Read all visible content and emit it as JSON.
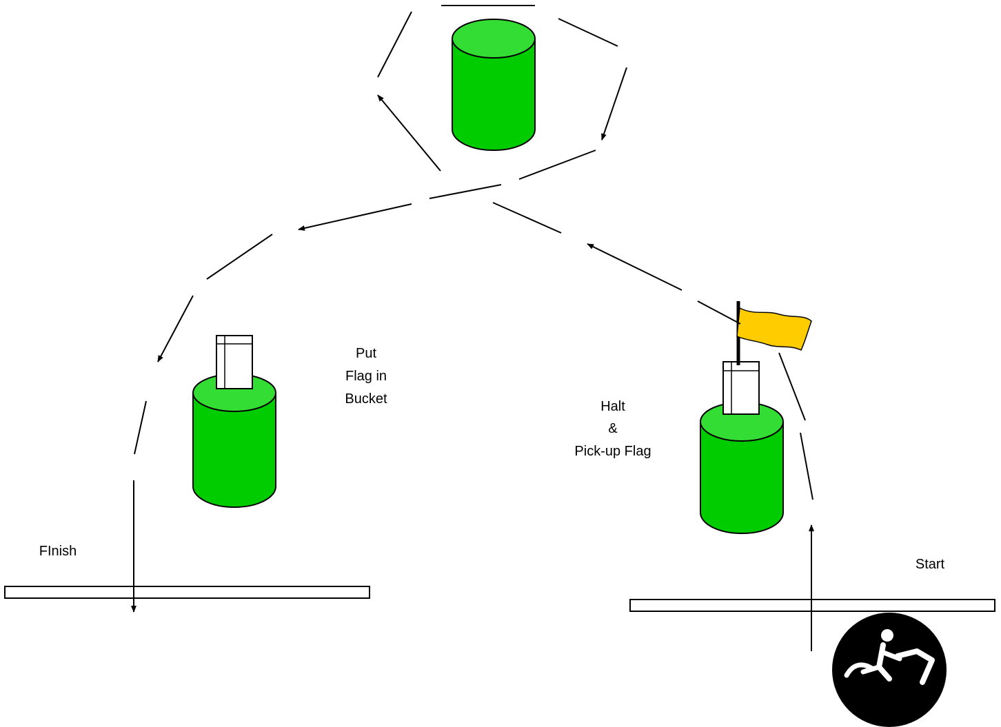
{
  "labels": {
    "put_line1": "Put",
    "put_line2": "Flag in",
    "put_line3": "Bucket",
    "halt_line1": "Halt",
    "halt_line2": "&",
    "halt_line3": "Pick-up Flag",
    "finish": "FInish",
    "start": "Start"
  },
  "colors": {
    "barrel_body": "#00cc00",
    "barrel_top": "#33dd33",
    "flag": "#ffcc00",
    "line": "#000000",
    "rider_badge": "#000000",
    "rider_figure": "#ffffff"
  },
  "icons": {
    "rider": "horse-rider-icon",
    "flag": "flag-icon",
    "bucket": "bucket-icon",
    "barrel": "barrel-icon"
  }
}
